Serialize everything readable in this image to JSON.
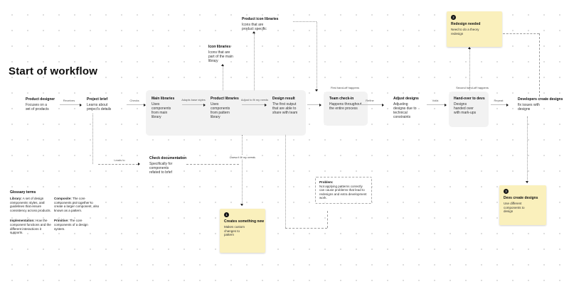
{
  "title": "Start of workflow",
  "flow": {
    "nodes": [
      {
        "title": "Product designer",
        "body": "Focuses on a set of products"
      },
      {
        "title": "Project brief",
        "body": "Learns about project's details"
      },
      {
        "title": "Main libraries",
        "body": "Uses components from main library"
      },
      {
        "title": "Product libraries",
        "body": "Uses components from pattern library"
      },
      {
        "title": "Design result",
        "body": "The first output that are able to share with team"
      },
      {
        "title": "Team check-in",
        "body": "Happens throughout the entire process"
      },
      {
        "title": "Adjust designs",
        "body": "Adjusting designs due to technical constraints"
      },
      {
        "title": "Hand-over to devs",
        "body": "Designs handed over with mark-ups"
      },
      {
        "title": "Developers create designs",
        "body": "fix issues with designs"
      }
    ],
    "labels": {
      "receives": "Receives",
      "checks": "Checks",
      "adapts": "Adapts base styles",
      "adjust_fit": "Adjust to fit my needs",
      "refine": "Refine",
      "voila": "Voilà",
      "repeat": "Repeat",
      "first_handoff": "First hand-off happens",
      "second_handoff": "Second hand-off happens",
      "leads_to": "Leads to",
      "doesnt_fit": "Doesn't fit my needs"
    }
  },
  "notes": {
    "icon_libraries": {
      "title": "Icon libraries",
      "body": "Icons that are part of the main library"
    },
    "product_icon_libraries": {
      "title": "Product icon libraries",
      "body": "Icons that are product specific"
    },
    "check_documentation": {
      "title": "Check documentation",
      "body": "Specifically for components related to brief"
    }
  },
  "problem": {
    "title": "Problem:",
    "body": "Not applying patterns correctly can cause problems that lead to redesigns and extra development work."
  },
  "stickies": [
    {
      "number": "1",
      "title": "Creates something new",
      "body": "Makes custom changes to pattern"
    },
    {
      "number": "2",
      "title": "Redesign needed",
      "body": "Need to do a theory redesign"
    },
    {
      "number": "3",
      "title": "Devs create designs",
      "body": "Use different components to design"
    }
  ],
  "glossary": {
    "heading": "Glossary terms",
    "terms": [
      {
        "term": "Library:",
        "def": "A set of design components, styles, and guidelines that ensure consistency across products."
      },
      {
        "term": "Composite:",
        "def": "The core components put together to create a larger component, also known as a pattern."
      },
      {
        "term": "Implementation:",
        "def": "How the component functions and the different interactions it supports."
      },
      {
        "term": "Primitive:",
        "def": "The core components of a design system."
      }
    ]
  },
  "colors": {
    "sticky": "#FAF0BC",
    "container": "#F2F2F2",
    "connector": "#9A9A9A",
    "ink": "#111111"
  }
}
